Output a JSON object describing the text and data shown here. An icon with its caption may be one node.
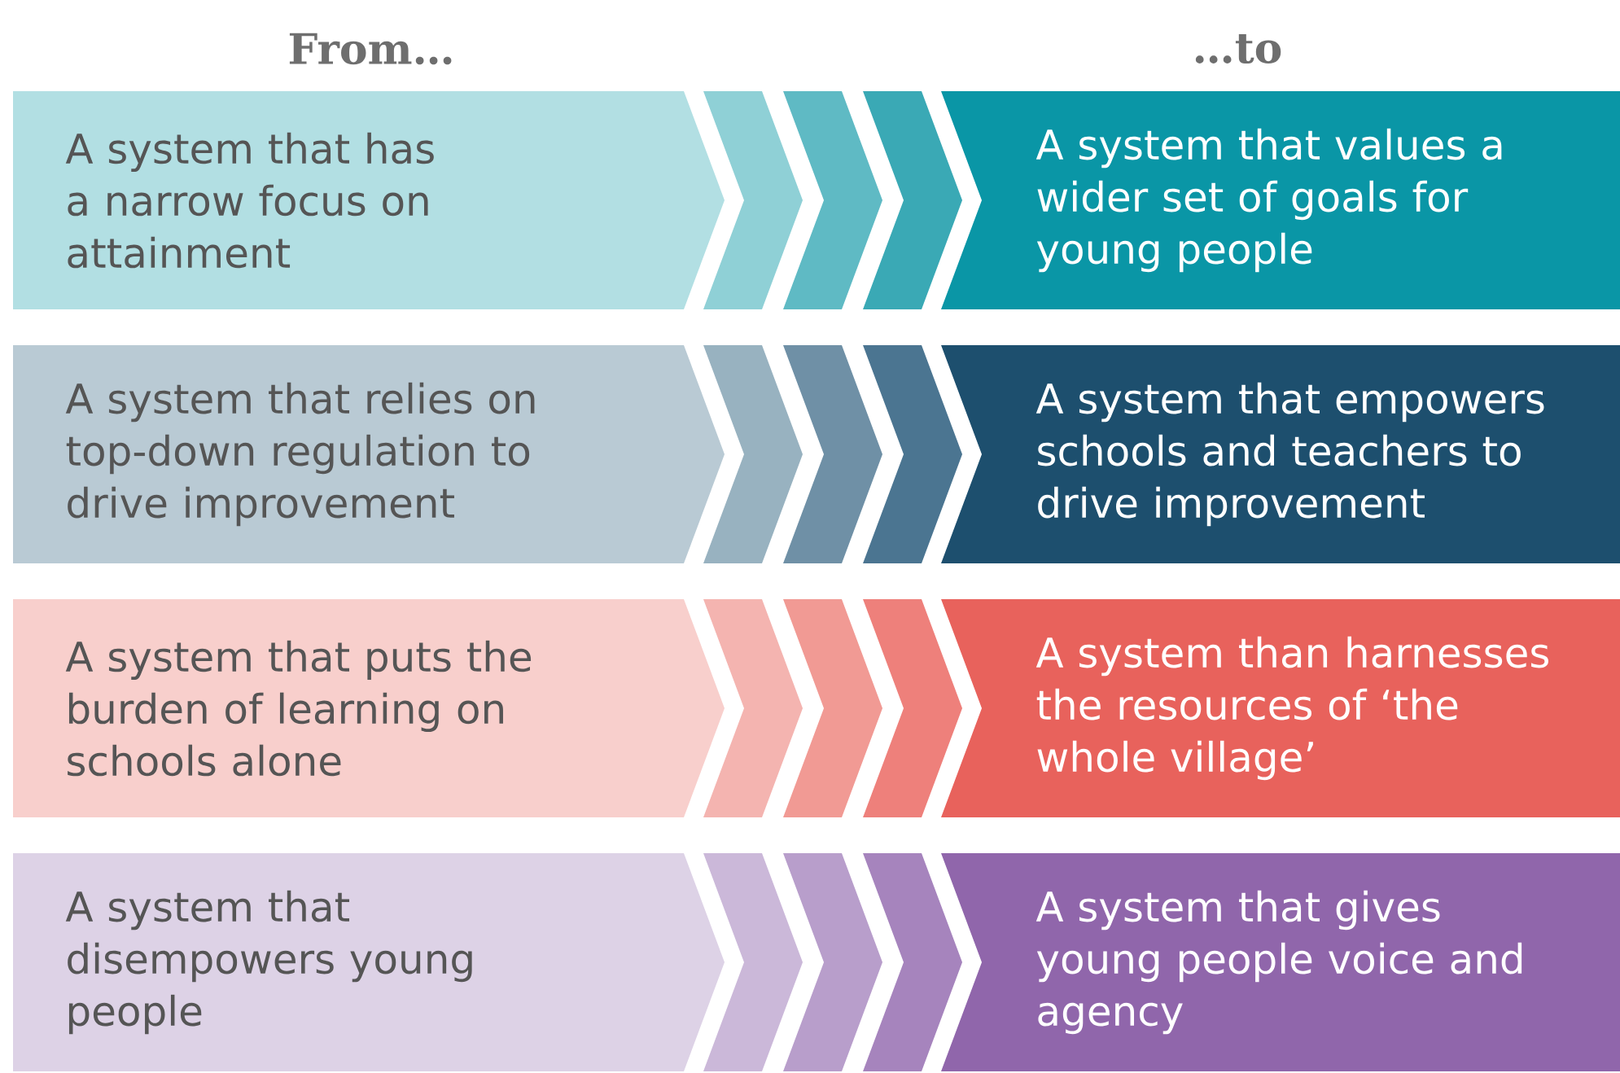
{
  "diagram": {
    "nodes": [
      {
        "text": [
          "A system that has a narrow focus on attainment"
        ]
      },
      {
        "text": [
          "A system that values a wider set of goals for young people"
        ]
      },
      {
        "text": [
          "A system that relies on top-down regulation to drive improvement"
        ]
      },
      {
        "text": [
          "A system that empowers schools and teachers to drive improvement"
        ]
      },
      {
        "text": [
          "A system that puts the burden of learning on schools alone"
        ]
      },
      {
        "text": [
          "A system than harnesses the resources of ‘the whole village’"
        ]
      },
      {
        "text": [
          "A system that disempowers young people"
        ]
      },
      {
        "text": [
          "A system that gives young people voice and agency"
        ]
      }
    ],
    "edges": [
      {
        "from": 0,
        "to": 1,
        "arrow": "to",
        "color": "#5fbac4"
      },
      {
        "from": 2,
        "to": 3,
        "arrow": "to",
        "color": "#6f90a6"
      },
      {
        "from": 4,
        "to": 5,
        "arrow": "to",
        "color": "#f19a94"
      },
      {
        "from": 6,
        "to": 7,
        "arrow": "to",
        "color": "#b89ecb"
      }
    ],
    "labels": [
      "From…",
      "…to"
    ]
  }
}
